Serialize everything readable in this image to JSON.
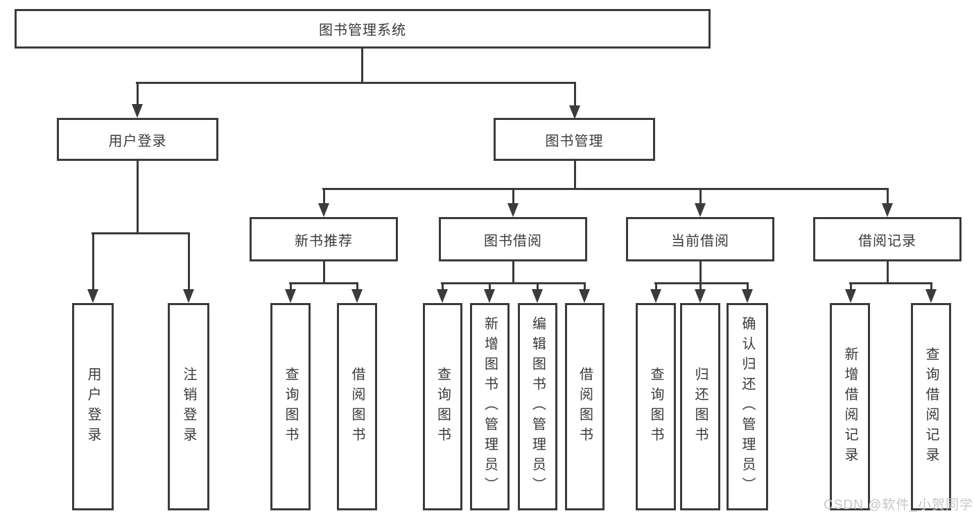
{
  "diagram": {
    "root": "图书管理系统",
    "login_branch": {
      "label": "用户登录",
      "children": [
        "用户登录",
        "注销登录"
      ]
    },
    "mgmt_branch": {
      "label": "图书管理",
      "groups": [
        {
          "label": "新书推荐",
          "children": [
            "查询图书",
            "借阅图书"
          ]
        },
        {
          "label": "图书借阅",
          "children": [
            "查询图书",
            "新增图书（管理员）",
            "编辑图书（管理员）",
            "借阅图书"
          ]
        },
        {
          "label": "当前借阅",
          "children": [
            "查询图书",
            "归还图书",
            "确认归还（管理员）"
          ]
        },
        {
          "label": "借阅记录",
          "children": [
            "新增借阅记录",
            "查询借阅记录"
          ]
        }
      ]
    }
  },
  "watermark": "CSDN @软件_小贺同学",
  "colors": {
    "line": "#3b3b3b",
    "text": "#3a3a3a",
    "background": "#ffffff",
    "watermark": "#c3c7cb"
  }
}
